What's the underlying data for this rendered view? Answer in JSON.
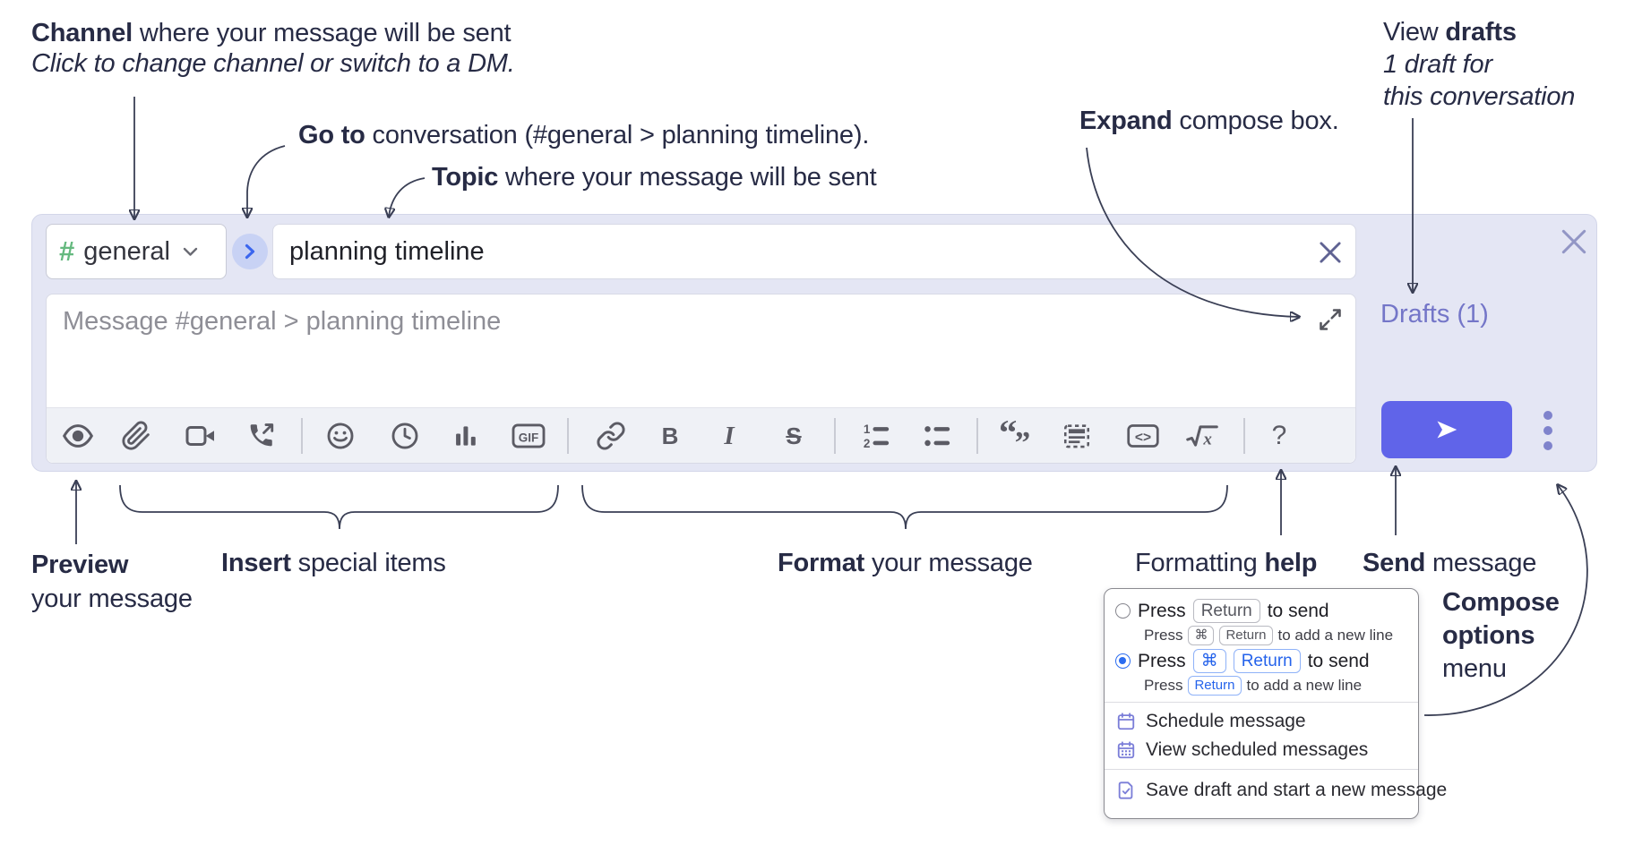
{
  "annotations": {
    "channel": {
      "bold": "Channel",
      "rest": " where your message will be sent",
      "line2": "Click to change channel or switch to a DM."
    },
    "go_to": {
      "bold": "Go to",
      "rest": " conversation (#general > planning timeline)."
    },
    "topic": {
      "bold": "Topic",
      "rest": " where your message will be sent"
    },
    "view_drafts": {
      "pre": "View ",
      "bold": "drafts",
      "line2": "1 draft for",
      "line3": "this conversation"
    },
    "expand": {
      "bold": "Expand",
      "rest": " compose box."
    },
    "preview": {
      "bold": "Preview",
      "line2": "your message"
    },
    "insert": {
      "bold": "Insert",
      "rest": " special items"
    },
    "format": {
      "bold": "Format",
      "rest": " your message"
    },
    "formatting_help": {
      "pre": "Formatting ",
      "bold": "help"
    },
    "send": {
      "bold": "Send",
      "rest": " message"
    },
    "compose_options": {
      "bold1": "Compose",
      "bold2": "options",
      "line3": "menu"
    }
  },
  "compose": {
    "channel": {
      "hash": "#",
      "name": "general"
    },
    "topic": {
      "value": "planning timeline"
    },
    "message": {
      "placeholder": "Message #general > planning timeline"
    },
    "drafts_link": "Drafts (1)",
    "toolbar": {
      "gif": "GIF",
      "bold": "B",
      "italic": "I",
      "strike": "S",
      "num1": "1",
      "num2": "2",
      "quote_open": "“",
      "quote_close": "”",
      "code": "<>",
      "math_x": "x",
      "help": "?"
    }
  },
  "popup": {
    "row1": {
      "press": "Press",
      "kbd": "Return",
      "suffix": "to send"
    },
    "row1_sub": {
      "press": "Press",
      "kbd1": "⌘",
      "kbd2": "Return",
      "suffix": "to add a new line"
    },
    "row2": {
      "press": "Press",
      "kbd1": "⌘",
      "kbd2": "Return",
      "suffix": "to send"
    },
    "row2_sub": {
      "press": "Press",
      "kbd": "Return",
      "suffix": "to add a new line"
    },
    "menu": [
      {
        "label": "Schedule message"
      },
      {
        "label": "View scheduled messages"
      },
      {
        "label": "Save draft and start a new message"
      }
    ]
  },
  "colors": {
    "compose_bg": "#e4e6f4",
    "send_accent": "#6064e9",
    "drafts_link": "#7476c8",
    "hash_green": "#65b97f",
    "kbd_blue": "#2563eb",
    "menu_icon_purple": "#7b7ed8",
    "annotation_text": "#272b45",
    "toolbar_icon": "#5b5b64"
  }
}
